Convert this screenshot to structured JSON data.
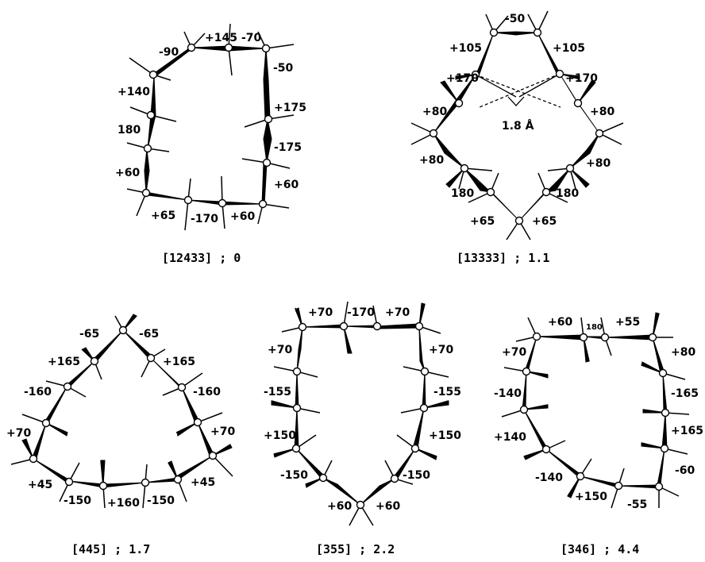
{
  "figures": [
    {
      "id": "12433",
      "caption": "[12433] ;   0",
      "angles": [
        "-90",
        "+145",
        "-70",
        "-50",
        "+175",
        "-175",
        "+60",
        "+60",
        "-170",
        "+65",
        "+60",
        "180",
        "+140"
      ]
    },
    {
      "id": "13333",
      "caption": "[13333] ;  1.1",
      "angles": [
        "-50",
        "+105",
        "+105",
        "+170",
        "+170",
        "+80",
        "+80",
        "+80",
        "+80",
        "180",
        "180",
        "+65",
        "+65"
      ],
      "distance_label": "1.8 Å"
    },
    {
      "id": "445",
      "caption": "[445] ;  1.7",
      "angles": [
        "-65",
        "-65",
        "+165",
        "+165",
        "-160",
        "-160",
        "+70",
        "+70",
        "+45",
        "+45",
        "-150",
        "-150",
        "+160"
      ]
    },
    {
      "id": "355",
      "caption": "[355] ;   2.2",
      "angles": [
        "+70",
        "-170",
        "+70",
        "+70",
        "+70",
        "-155",
        "-155",
        "+150",
        "+150",
        "-150",
        "-150",
        "+60",
        "+60"
      ]
    },
    {
      "id": "346",
      "caption": "[346] ;   4.4",
      "angles": [
        "+60",
        "180",
        "+55",
        "+70",
        "+80",
        "-140",
        "-165",
        "+140",
        "+165",
        "-140",
        "-60",
        "+150",
        "-55"
      ]
    }
  ]
}
